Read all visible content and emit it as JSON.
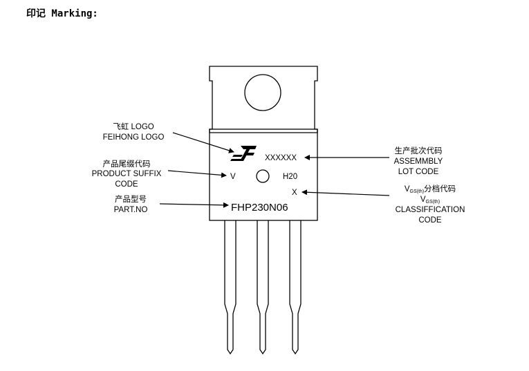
{
  "heading": "印记 Marking:",
  "labels": {
    "logo_cn": "飞虹 LOGO",
    "logo_en": "FEIHONG LOGO",
    "suffix_cn": "产品尾缀代码",
    "suffix_en1": "PRODUCT SUFFIX",
    "suffix_en2": "CODE",
    "part_cn": "产品型号",
    "part_en": "PART.NO",
    "lot_cn": "生产批次代码",
    "lot_en1": "ASSEMMBLY",
    "lot_en2": "LOT CODE",
    "vgs_v": "V",
    "vgs_sub": "GS(th)",
    "vgs_cn_suffix": "分档代码",
    "vgs_v2": "V",
    "vgs_sub2": "GS(th)",
    "class_en1": "CLASSIFFICATION",
    "class_en2": "CODE"
  },
  "marking": {
    "lot": "XXXXXX",
    "suffix": "V",
    "h20": "H20",
    "x": "X",
    "part_no": "FHP230N06"
  },
  "colors": {
    "stroke": "#000000",
    "background": "#ffffff"
  }
}
